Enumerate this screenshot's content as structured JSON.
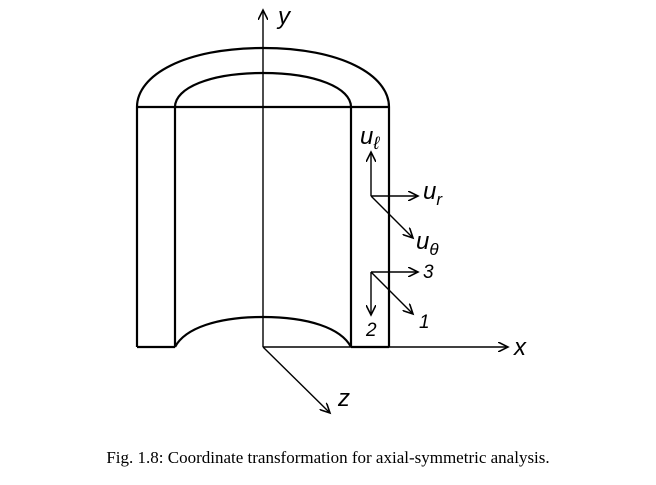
{
  "axes": {
    "y_label": "y",
    "x_label": "x",
    "z_label": "z"
  },
  "displacements": {
    "u_l": "u",
    "u_l_sub": "ℓ",
    "u_r": "u",
    "u_r_sub": "r",
    "u_theta": "u",
    "u_theta_sub": "θ"
  },
  "local_axes": {
    "axis_1": "1",
    "axis_2": "2",
    "axis_3": "3"
  },
  "caption": "Fig. 1.8: Coordinate transformation for axial-symmetric analysis."
}
